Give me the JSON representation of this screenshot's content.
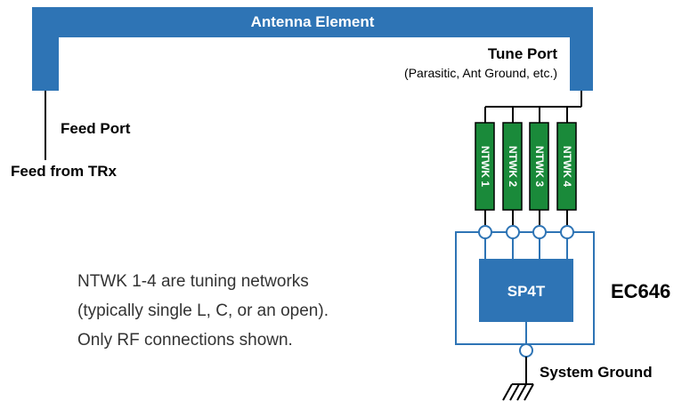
{
  "colors": {
    "element_blue": "#2e74b5",
    "element_dark_blue": "#1d5fa0",
    "network_green": "#1a8a3a",
    "wire": "#000000",
    "outline": "#2e74b5",
    "text_dark": "#000000",
    "text_gray": "#333333",
    "text_white": "#ffffff"
  },
  "antenna": {
    "title": "Antenna Element"
  },
  "tune_port": {
    "label": "Tune Port",
    "sublabel": "(Parasitic, Ant Ground, etc.)"
  },
  "feed_port": {
    "label": "Feed Port",
    "feed_label": "Feed from TRx"
  },
  "networks": [
    {
      "label": "NTWK 1"
    },
    {
      "label": "NTWK 2"
    },
    {
      "label": "NTWK 3"
    },
    {
      "label": "NTWK 4"
    }
  ],
  "switch": {
    "label": "SP4T",
    "part_number": "EC646"
  },
  "ground": {
    "label": "System Ground"
  },
  "note": {
    "lines": [
      "NTWK 1-4 are tuning networks",
      "(typically single L, C, or an open).",
      "Only RF connections shown."
    ]
  }
}
